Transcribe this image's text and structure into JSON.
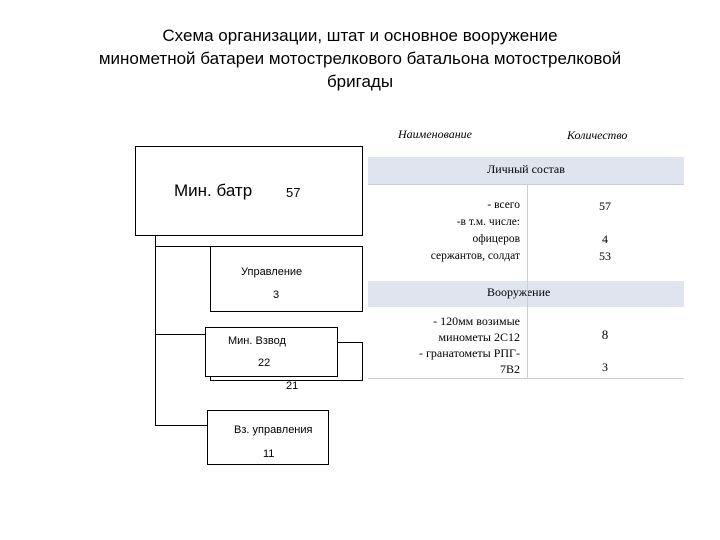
{
  "title": {
    "line1": "Схема организации, штат и основное вооружение",
    "line2": "минометной батареи мотострелкового батальона мотострелковой",
    "line3": "бригады"
  },
  "table": {
    "header_name": "Наименование",
    "header_qty": "Количество",
    "personnel": {
      "band_label": "Личный состав",
      "names": [
        "- всего",
        "-в т.м. числе:",
        "офицеров",
        "сержантов, солдат"
      ],
      "qty_total": "57",
      "qty_officers": "4",
      "qty_soldiers": "53"
    },
    "weapons": {
      "band_label": "Вооружение",
      "names": [
        "- 120мм возимые",
        "минометы 2С12",
        "- гранатометы РПГ-",
        "7В2"
      ],
      "qty_mortars": "8",
      "qty_grenade": "3"
    }
  },
  "org": {
    "root": {
      "name": "Мин. батр",
      "count": "57"
    },
    "management": {
      "name": "Управление",
      "count": "3"
    },
    "platoon": {
      "name": "Мин. Взвод",
      "count": "22",
      "back_count": "21"
    },
    "control_platoon": {
      "name": "Вз. управления",
      "count": "11"
    }
  }
}
